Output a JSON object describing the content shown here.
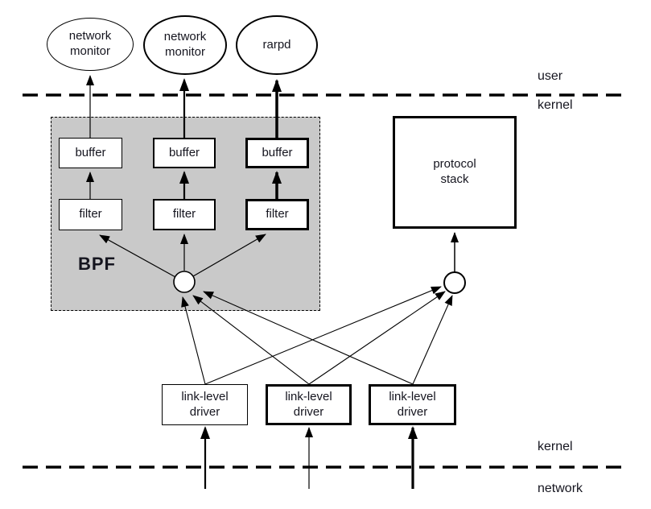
{
  "colors": {
    "background": "#ffffff",
    "bpf_region_fill": "#c9c9c9",
    "line": "#000000"
  },
  "boundaries": {
    "user": "user",
    "kernel_upper": "kernel",
    "kernel_lower": "kernel",
    "network": "network"
  },
  "processes": [
    {
      "label": "network\nmonitor"
    },
    {
      "label": "network\nmonitor"
    },
    {
      "label": "rarpd"
    }
  ],
  "bpf": {
    "label": "BPF",
    "columns": [
      {
        "buffer_label": "buffer",
        "filter_label": "filter"
      },
      {
        "buffer_label": "buffer",
        "filter_label": "filter"
      },
      {
        "buffer_label": "buffer",
        "filter_label": "filter"
      }
    ]
  },
  "protocol_stack": {
    "label": "protocol\nstack"
  },
  "drivers": [
    {
      "label": "link-level\ndriver"
    },
    {
      "label": "link-level\ndriver"
    },
    {
      "label": "link-level\ndriver"
    }
  ]
}
